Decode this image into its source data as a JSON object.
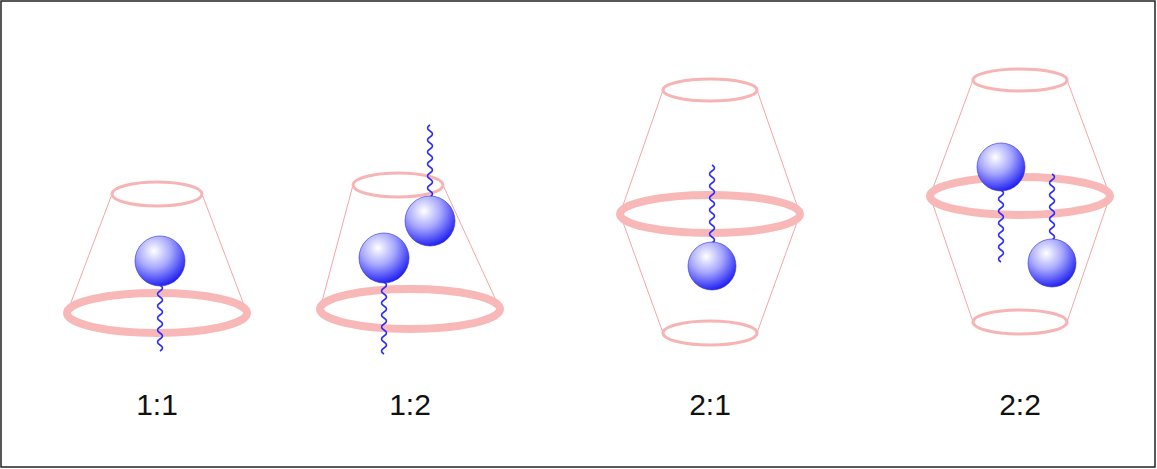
{
  "diagram": {
    "labels": [
      "1:1",
      "1:2",
      "2:1",
      "2:2"
    ]
  }
}
